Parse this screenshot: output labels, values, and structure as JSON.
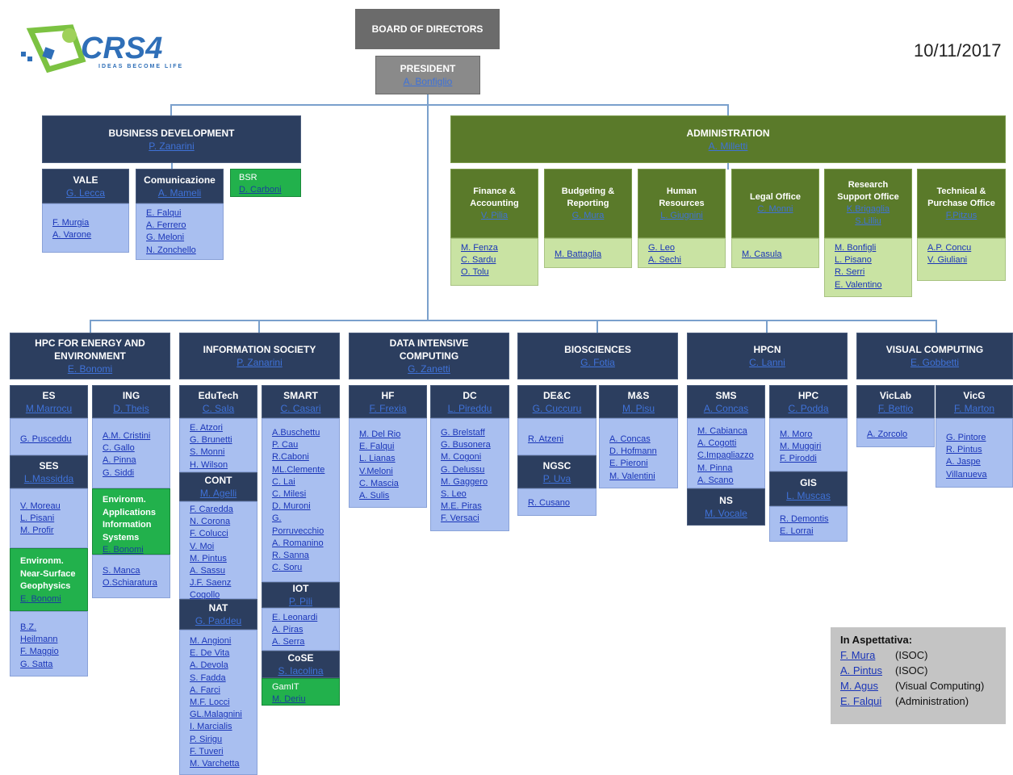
{
  "date": "10/11/2017",
  "logo": {
    "text": "CRS4",
    "tagline": "IDEAS BECOME LIFE"
  },
  "board": "BOARD OF DIRECTORS",
  "president": {
    "title": "PRESIDENT",
    "name": "A. Bonfiglio"
  },
  "business_development": {
    "title": "BUSINESS DEVELOPMENT",
    "head": "P. Zanarini",
    "vale": {
      "title": "VALE",
      "head": "G. Lecca",
      "members": [
        "F. Murgia",
        "A. Varone"
      ]
    },
    "comunicazione": {
      "title": "Comunicazione",
      "head": "A. Mameli",
      "members": [
        "E. Falqui",
        "A. Ferrero",
        "G. Meloni",
        "N. Zonchello"
      ]
    },
    "bsr": {
      "title": "BSR",
      "head": "D. Carboni"
    }
  },
  "administration": {
    "title": "ADMINISTRATION",
    "head": "A. Milletti",
    "finance": {
      "title": "Finance &\nAccounting",
      "head": "V. Pilia",
      "members": [
        "M. Fenza",
        "C. Sardu",
        "O. Tolu"
      ]
    },
    "budgeting": {
      "title": "Budgeting &\nReporting",
      "head": "G. Mura",
      "members": [
        "M. Battaglia"
      ]
    },
    "hr": {
      "title": "Human\nResources",
      "head": "L. Giugnini",
      "members": [
        "G. Leo",
        "A. Sechi"
      ]
    },
    "legal": {
      "title": "Legal Office",
      "head": "C. Monni",
      "members": [
        "M. Casula"
      ]
    },
    "research_support": {
      "title": "Research\nSupport Office",
      "head": "K.Brigaglia",
      "head2": "S.Lilliu",
      "members": [
        "M. Bonfigli",
        "L. Pisano",
        "R. Serri",
        "E. Valentino"
      ]
    },
    "technical": {
      "title": "Technical &\nPurchase Office",
      "head": "F.Pitzus",
      "members": [
        "A.P. Concu",
        "V. Giuliani"
      ]
    }
  },
  "hpc_energy": {
    "title": "HPC FOR ENERGY AND\nENVIRONMENT",
    "head": "E. Bonomi",
    "es": {
      "title": "ES",
      "head": "M.Marrocu",
      "members": [
        "G. Pusceddu"
      ]
    },
    "ses": {
      "title": "SES",
      "head": "L.Massidda",
      "members": [
        "V. Moreau",
        "L. Pisani",
        "M. Profir"
      ]
    },
    "near_surface": {
      "title": "Environm.\nNear-Surface\nGeophysics",
      "head": "E. Bonomi",
      "members": [
        "B.Z.",
        "Heilmann",
        "F. Maggio",
        "G. Satta"
      ]
    },
    "ing": {
      "title": "ING",
      "head": "D. Theis",
      "members": [
        "A.M. Cristini",
        "C. Gallo",
        "A. Pinna",
        "G. Siddi"
      ]
    },
    "eais": {
      "title": "Environm.\nApplications\nInformation\nSystems",
      "head": "E. Bonomi",
      "members": [
        "S. Manca",
        "O.Schiaratura"
      ]
    }
  },
  "info_society": {
    "title": "INFORMATION SOCIETY",
    "head": "P. Zanarini",
    "edutech": {
      "title": "EduTech",
      "head": "C. Sala",
      "members": [
        "E. Atzori",
        "G. Brunetti",
        "S. Monni",
        "H. Wilson"
      ]
    },
    "cont": {
      "title": "CONT",
      "head": "M. Agelli",
      "members": [
        "F. Caredda",
        "N. Corona",
        "F. Colucci",
        "V. Moi",
        "M. Pintus",
        "A. Sassu",
        "J.F. Saenz",
        "Cogollo"
      ]
    },
    "nat": {
      "title": "NAT",
      "head": "G. Paddeu",
      "members": [
        "M. Angioni",
        "E. De Vita",
        "A. Devola",
        "S. Fadda",
        "A. Farci",
        "M.F. Locci",
        "GL.Malagnini",
        "I. Marcialis",
        "P. Sirigu",
        "F. Tuveri",
        "M. Varchetta"
      ]
    },
    "smart": {
      "title": "SMART",
      "head": "C. Casari",
      "members": [
        "A.Buschettu",
        "P. Cau",
        "R.Caboni",
        "ML.Clemente",
        "C. Lai",
        "C. Milesi",
        "D. Muroni",
        "G.",
        "Porruvecchio",
        "A. Romanino",
        "R. Sanna",
        "C. Soru"
      ]
    },
    "iot": {
      "title": "IOT",
      "head": "P. Pili",
      "members": [
        "E. Leonardi",
        "A. Piras",
        "A. Serra"
      ]
    },
    "cose": {
      "title": "CoSE",
      "head": "S. Iacolina"
    },
    "gamit": {
      "title": "GamIT",
      "head": "M. Deriu"
    }
  },
  "data_intensive": {
    "title": "DATA INTENSIVE\nCOMPUTING",
    "head": "G. Zanetti",
    "hf": {
      "title": "HF",
      "head": "F. Frexia",
      "members": [
        "M. Del Rio",
        "E. Falqui",
        "L. Lianas",
        "V.Meloni",
        "C. Mascia",
        "A. Sulis"
      ]
    },
    "dc": {
      "title": "DC",
      "head": "L. Pireddu",
      "members": [
        "G. Brelstaff",
        "G. Busonera",
        "M. Cogoni",
        "G. Delussu",
        "M. Gaggero",
        "S. Leo",
        "M.E. Piras",
        "F. Versaci"
      ]
    }
  },
  "biosciences": {
    "title": "BIOSCIENCES",
    "head": "G. Fotia",
    "dec": {
      "title": "DE&C",
      "head": "G. Cuccuru",
      "members": [
        "R. Atzeni"
      ]
    },
    "ngsc": {
      "title": "NGSC",
      "head": "P. Uva",
      "members": [
        "R. Cusano"
      ]
    },
    "ms": {
      "title": "M&S",
      "head": "M. Pisu",
      "members": [
        "A. Concas",
        "D. Hofmann",
        "E. Pieroni",
        "M. Valentini"
      ]
    }
  },
  "hpcn": {
    "title": "HPCN",
    "head": "C. Lanni",
    "sms": {
      "title": "SMS",
      "head": "A. Concas",
      "members": [
        "M. Cabianca",
        "A. Cogotti",
        "C.Impagliazzo",
        "M. Pinna",
        "A. Scano"
      ]
    },
    "ns": {
      "title": "NS",
      "head": "M. Vocale"
    },
    "hpc": {
      "title": "HPC",
      "head": "C. Podda",
      "members": [
        "M. Moro",
        "M. Muggiri",
        "F. Piroddi"
      ]
    },
    "gis": {
      "title": "GIS",
      "head": "L. Muscas",
      "members": [
        "R. Demontis",
        "E. Lorrai"
      ]
    }
  },
  "visual_computing": {
    "title": "VISUAL COMPUTING",
    "head": "E. Gobbetti",
    "viclab": {
      "title": "VicLab",
      "head": "F. Bettio",
      "members": [
        "A. Zorcolo"
      ]
    },
    "vicg": {
      "title": "VicG",
      "head": "F. Marton",
      "members": [
        "G. Pintore",
        "R. Pintus",
        "A. Jaspe",
        "Villanueva"
      ]
    }
  },
  "aspettativa": {
    "title": "In Aspettativa:",
    "rows": [
      {
        "name": "F. Mura",
        "note": "(ISOC)"
      },
      {
        "name": "A. Pintus",
        "note": "(ISOC)"
      },
      {
        "name": "M. Agus",
        "note": "(Visual Computing)"
      },
      {
        "name": "E. Falqui",
        "note": "(Administration)"
      }
    ]
  }
}
